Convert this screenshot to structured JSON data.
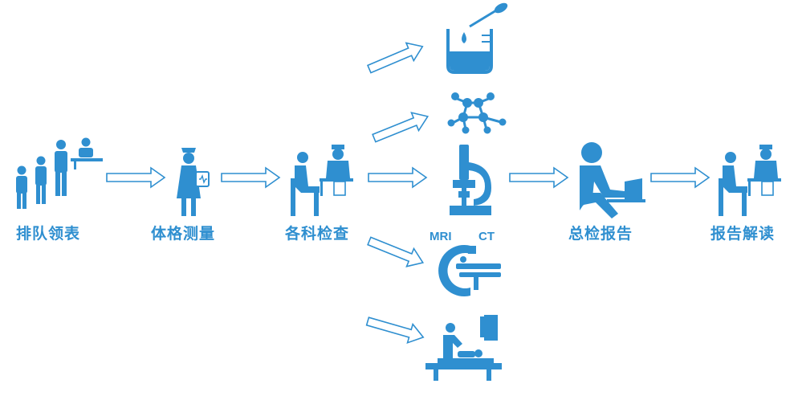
{
  "colors": {
    "primary": "#2f8fd0",
    "arrow_stroke": "#2f8fd0",
    "arrow_fill": "#ffffff",
    "background": "#ffffff"
  },
  "steps": [
    {
      "label": "排队领表",
      "icon": "queue-people-icon"
    },
    {
      "label": "体格测量",
      "icon": "nurse-icon"
    },
    {
      "label": "各科检查",
      "icon": "doctor-consultation-icon"
    },
    {
      "label": "总检报告",
      "icon": "person-at-computer-icon"
    },
    {
      "label": "报告解读",
      "icon": "doctor-consultation-icon"
    }
  ],
  "exam_items": [
    {
      "icon": "lab-beaker-icon"
    },
    {
      "icon": "molecule-icon"
    },
    {
      "icon": "microscope-icon"
    },
    {
      "icon": "mri-scanner-icon"
    },
    {
      "icon": "ultrasound-exam-icon"
    }
  ],
  "device_labels": {
    "mri": "MRI",
    "ct": "CT"
  }
}
